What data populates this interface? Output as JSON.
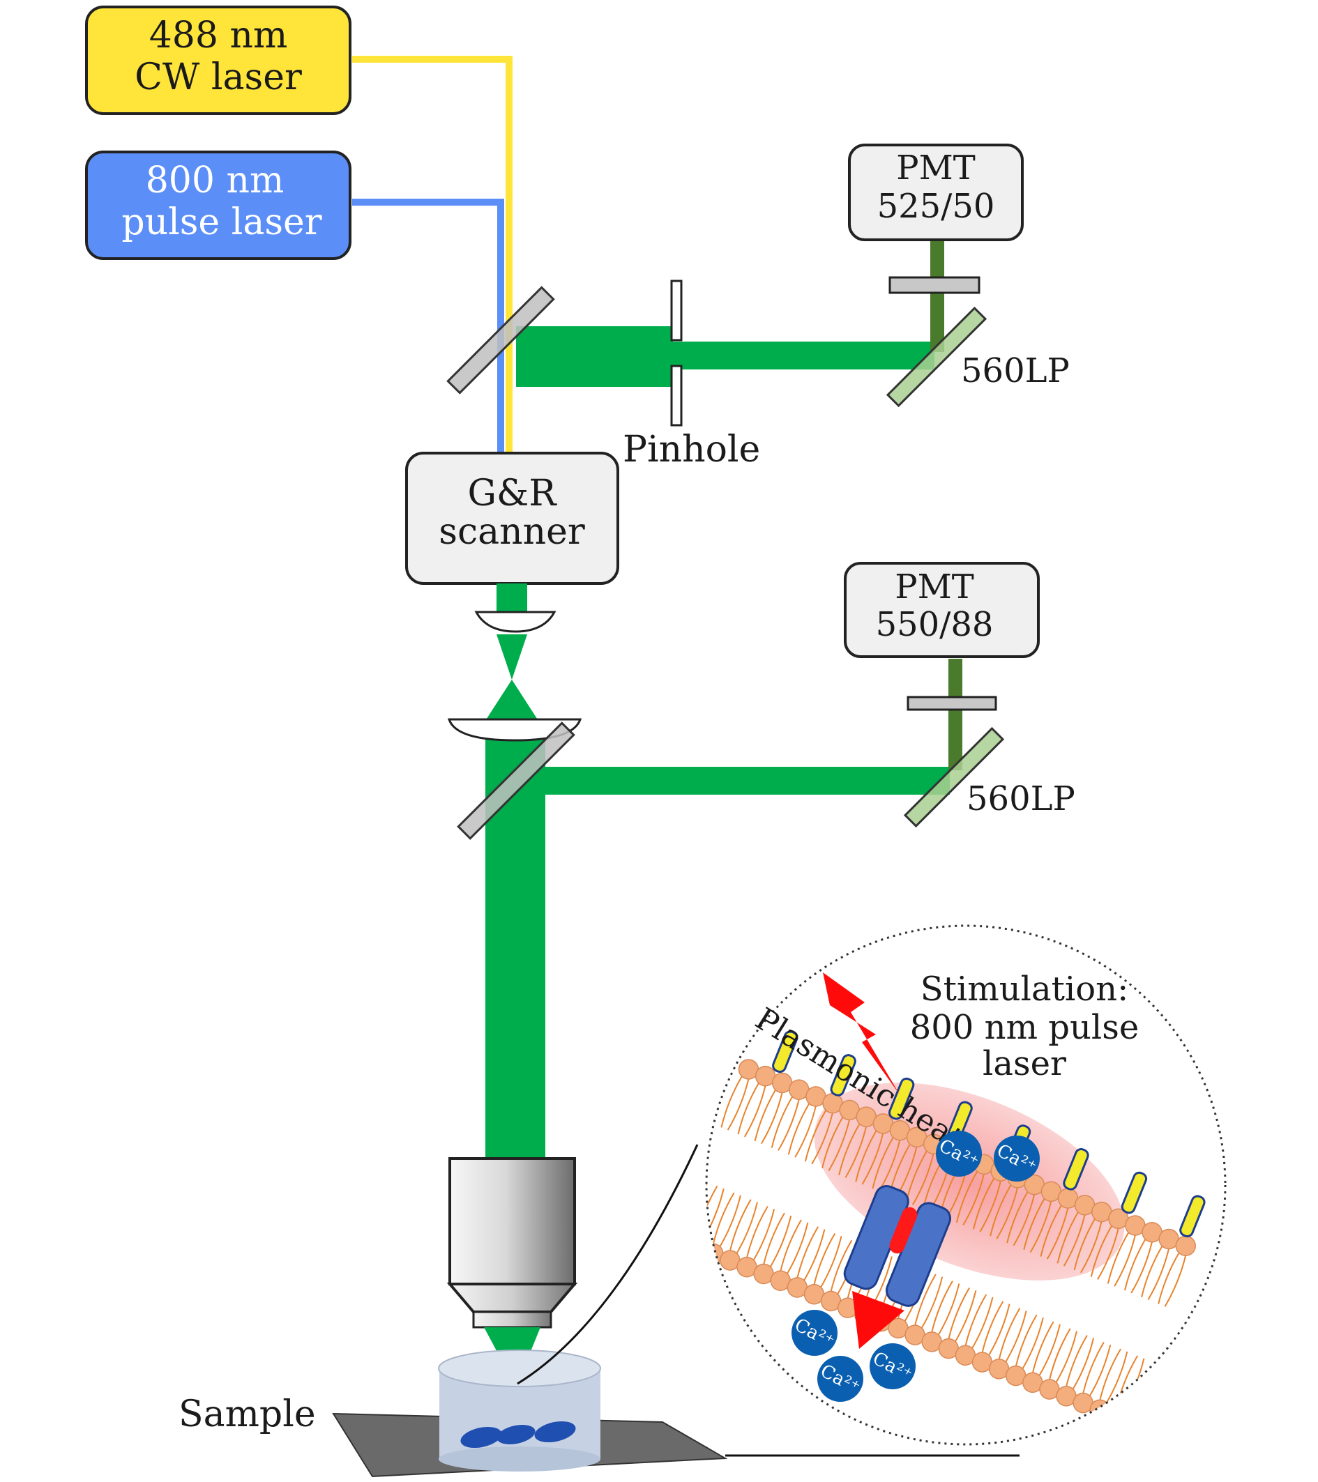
{
  "lasers": {
    "cw": {
      "line1": "488 nm",
      "line2": "CW laser",
      "color": "#ffe43a"
    },
    "pulse": {
      "line1": "800 nm",
      "line2": "pulse laser",
      "color": "#5b8ef7"
    }
  },
  "scanner": {
    "line1": "G&R",
    "line2": "scanner"
  },
  "pinhole_label": "Pinhole",
  "pmt_top": {
    "line1": "PMT",
    "line2": "525/50",
    "dichroic": "560LP"
  },
  "pmt_mid": {
    "line1": "PMT",
    "line2": "550/88",
    "dichroic": "560LP"
  },
  "sample_label": "Sample",
  "inset": {
    "stimulation_line1": "Stimulation:",
    "stimulation_line2": "800 nm pulse",
    "stimulation_line3": "laser",
    "heat_label": "Plasmonic heat",
    "ion_label": "Ca²⁺"
  },
  "colors": {
    "beam_green": "#00ad4c",
    "emission_green": "#4a7b2c",
    "box_fill": "#f0f0f0",
    "heat_red": "#ff0a0a",
    "ion_blue": "#0a5fb0",
    "lipid_head": "#f4ad7c",
    "lipid_tail": "#e8832c"
  }
}
